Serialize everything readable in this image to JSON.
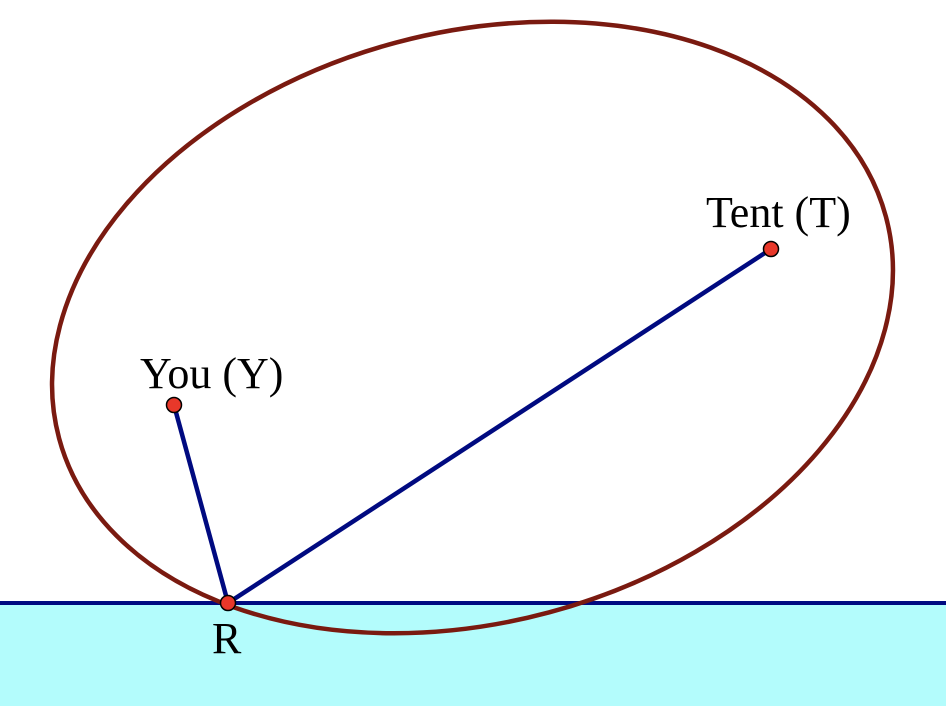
{
  "labels": {
    "you": "You (Y)",
    "tent": "Tent (T)",
    "river_point": "R"
  },
  "colors": {
    "ellipse": "#7a1a10",
    "segments": "#000a80",
    "shoreline": "#000a80",
    "water": "#b3fcfc",
    "points": "#e8382a"
  }
}
